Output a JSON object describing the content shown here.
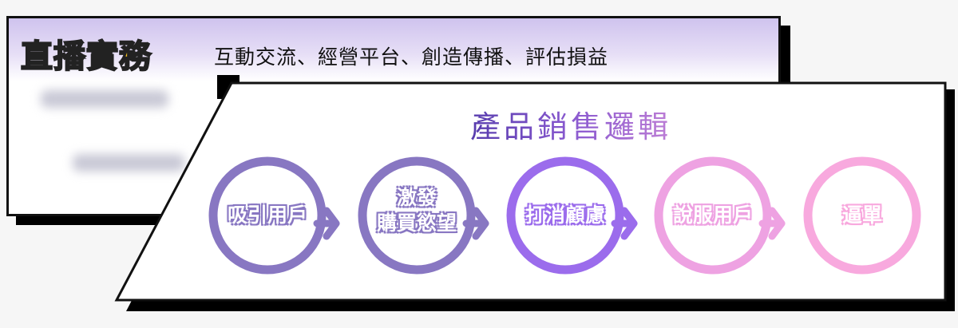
{
  "header": {
    "brand": "直播實務",
    "subtitle": "互動交流、經營平台、創造傳播、評估損益"
  },
  "panel": {
    "title": "產品銷售邏輯"
  },
  "steps": [
    {
      "label": "吸引用戶",
      "color": "#8877c2"
    },
    {
      "label": "激發\n購買慾望",
      "line1": "激發",
      "line2": "購買慾望",
      "color": "#8877c2"
    },
    {
      "label": "打消顧慮",
      "color": "#9b6cec"
    },
    {
      "label": "說服用戶",
      "color": "#eea2e2"
    },
    {
      "label": "逼單",
      "color": "#f8a9de"
    }
  ]
}
